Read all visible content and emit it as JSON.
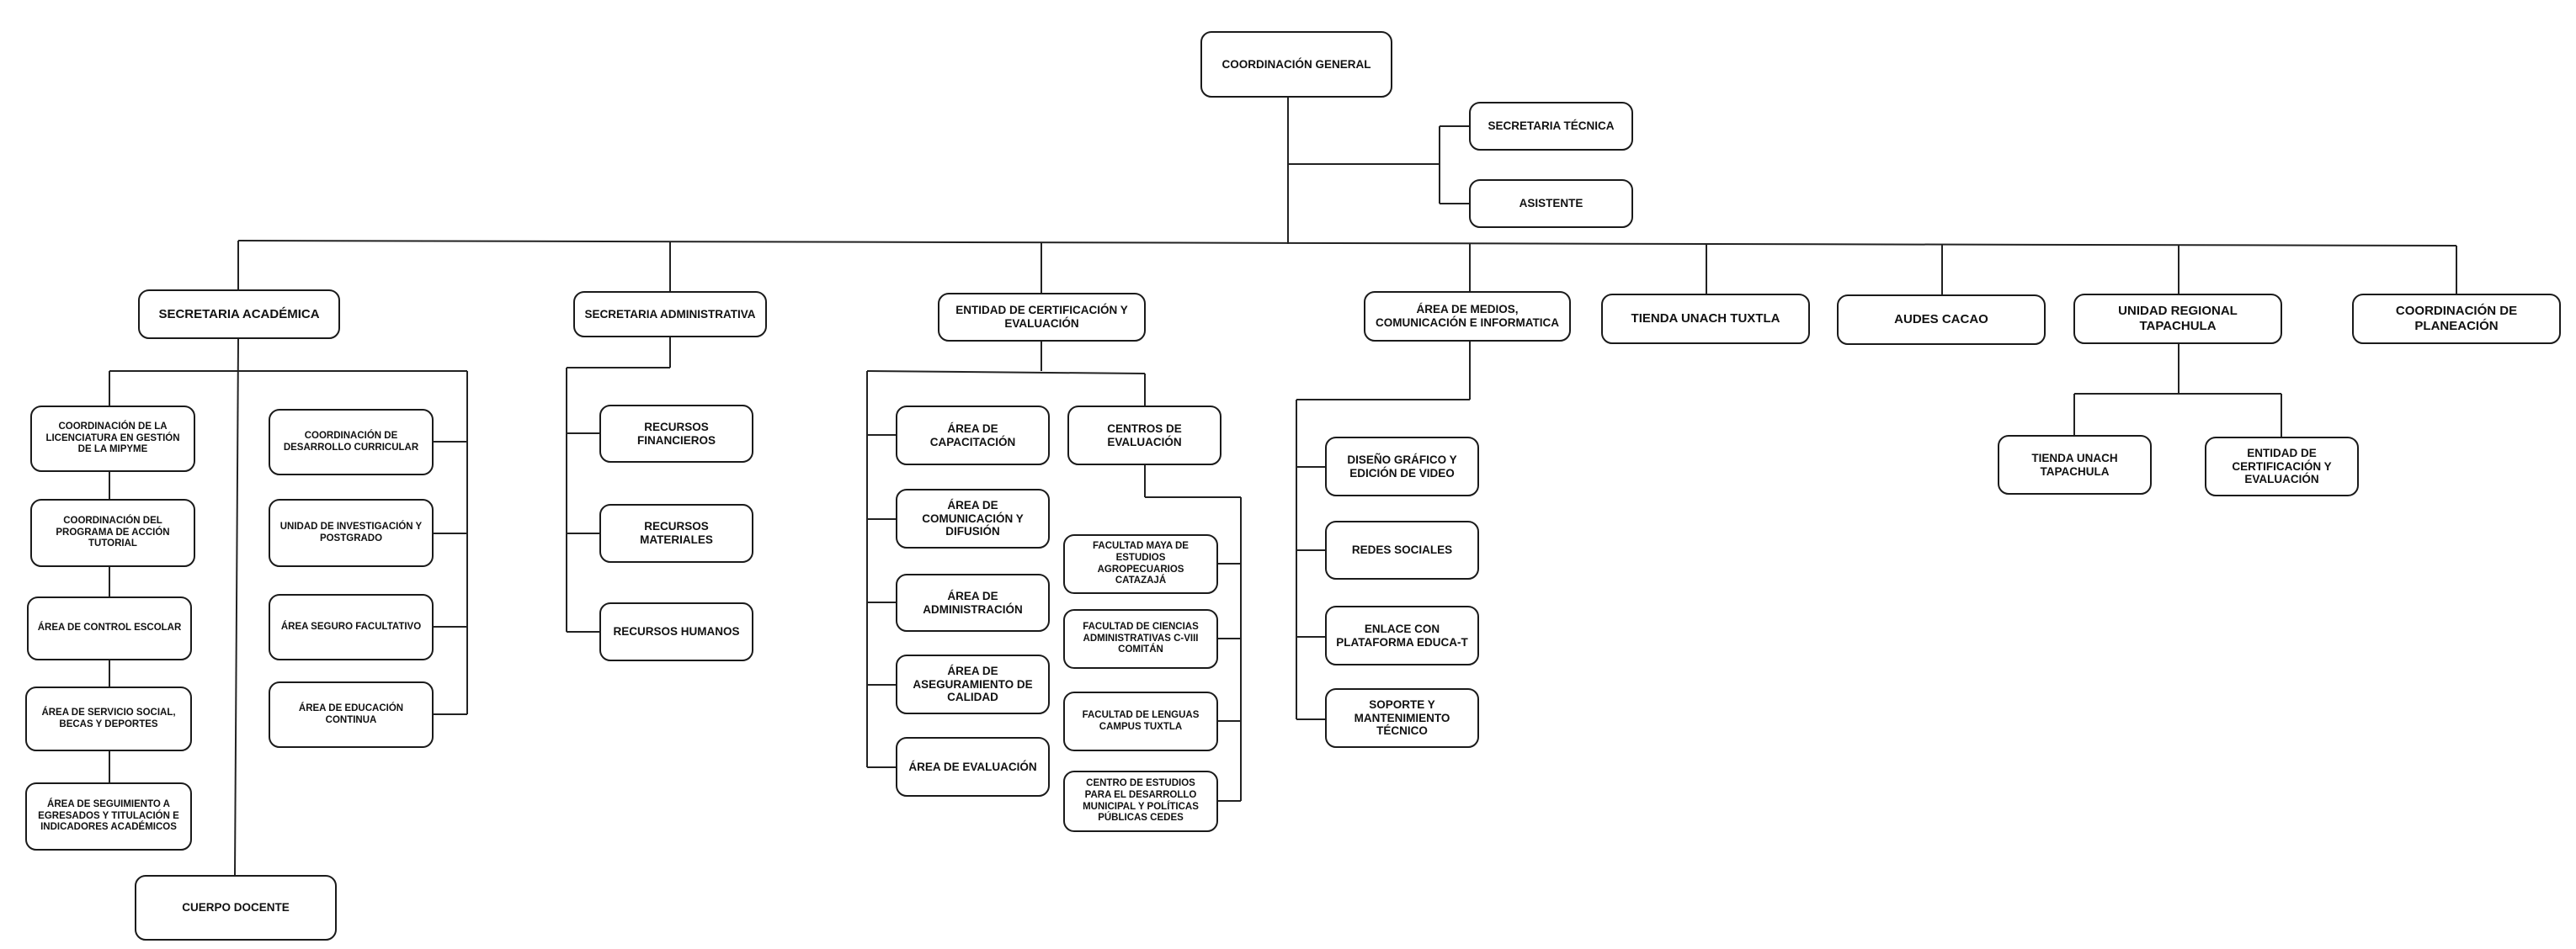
{
  "org_chart": {
    "root": "COORDINACIÓN GENERAL",
    "staff": {
      "secretaria_tecnica": "SECRETARIA TÉCNICA",
      "asistente": "ASISTENTE"
    },
    "academica": {
      "title": "SECRETARIA ACADÉMICA",
      "left": [
        "COORDINACIÓN DE LA LICENCIATURA EN GESTIÓN DE LA MIPYME",
        "COORDINACIÓN DEL PROGRAMA DE ACCIÓN TUTORIAL",
        "ÁREA DE CONTROL ESCOLAR",
        "ÁREA DE SERVICIO SOCIAL, BECAS Y DEPORTES",
        "ÁREA DE SEGUIMIENTO A EGRESADOS Y TITULACIÓN E INDICADORES ACADÉMICOS"
      ],
      "right": [
        "COORDINACIÓN DE DESARROLLO CURRICULAR",
        "UNIDAD DE INVESTIGACIÓN Y POSTGRADO",
        "ÁREA SEGURO FACULTATIVO",
        "ÁREA DE EDUCACIÓN CONTINUA"
      ],
      "cuerpo": "CUERPO DOCENTE"
    },
    "administrativa": {
      "title": "SECRETARIA ADMINISTRATIVA",
      "items": [
        "RECURSOS FINANCIEROS",
        "RECURSOS MATERIALES",
        "RECURSOS HUMANOS"
      ]
    },
    "certificacion": {
      "title": "ENTIDAD DE CERTIFICACIÓN Y EVALUACIÓN",
      "areas": [
        "ÁREA DE CAPACITACIÓN",
        "ÁREA DE COMUNICACIÓN Y DIFUSIÓN",
        "ÁREA DE ADMINISTRACIÓN",
        "ÁREA DE ASEGURAMIENTO DE CALIDAD",
        "ÁREA DE EVALUACIÓN"
      ],
      "centros_title": "CENTROS DE EVALUACIÓN",
      "centros": [
        "FACULTAD MAYA DE ESTUDIOS AGROPECUARIOS CATAZAJÁ",
        "FACULTAD DE CIENCIAS ADMINISTRATIVAS C-VIII COMITÁN",
        "FACULTAD DE LENGUAS CAMPUS TUXTLA",
        "CENTRO DE ESTUDIOS PARA EL DESARROLLO MUNICIPAL Y POLÍTICAS PÚBLICAS CEDES"
      ]
    },
    "medios": {
      "title": "ÁREA DE MEDIOS, COMUNICACIÓN E INFORMATICA",
      "items": [
        "DISEÑO GRÁFICO Y EDICIÓN DE VIDEO",
        "REDES SOCIALES",
        "ENLACE CON PLATAFORMA EDUCA-T",
        "SOPORTE Y MANTENIMIENTO TÉCNICO"
      ]
    },
    "tienda_tuxtla": "TIENDA UNACH TUXTLA",
    "audes": "AUDES CACAO",
    "tapachula": {
      "title": "UNIDAD REGIONAL TAPACHULA",
      "items": [
        "TIENDA UNACH TAPACHULA",
        "ENTIDAD DE CERTIFICACIÓN Y EVALUACIÓN"
      ]
    },
    "planeacion": "COORDINACIÓN DE PLANEACIÓN"
  }
}
